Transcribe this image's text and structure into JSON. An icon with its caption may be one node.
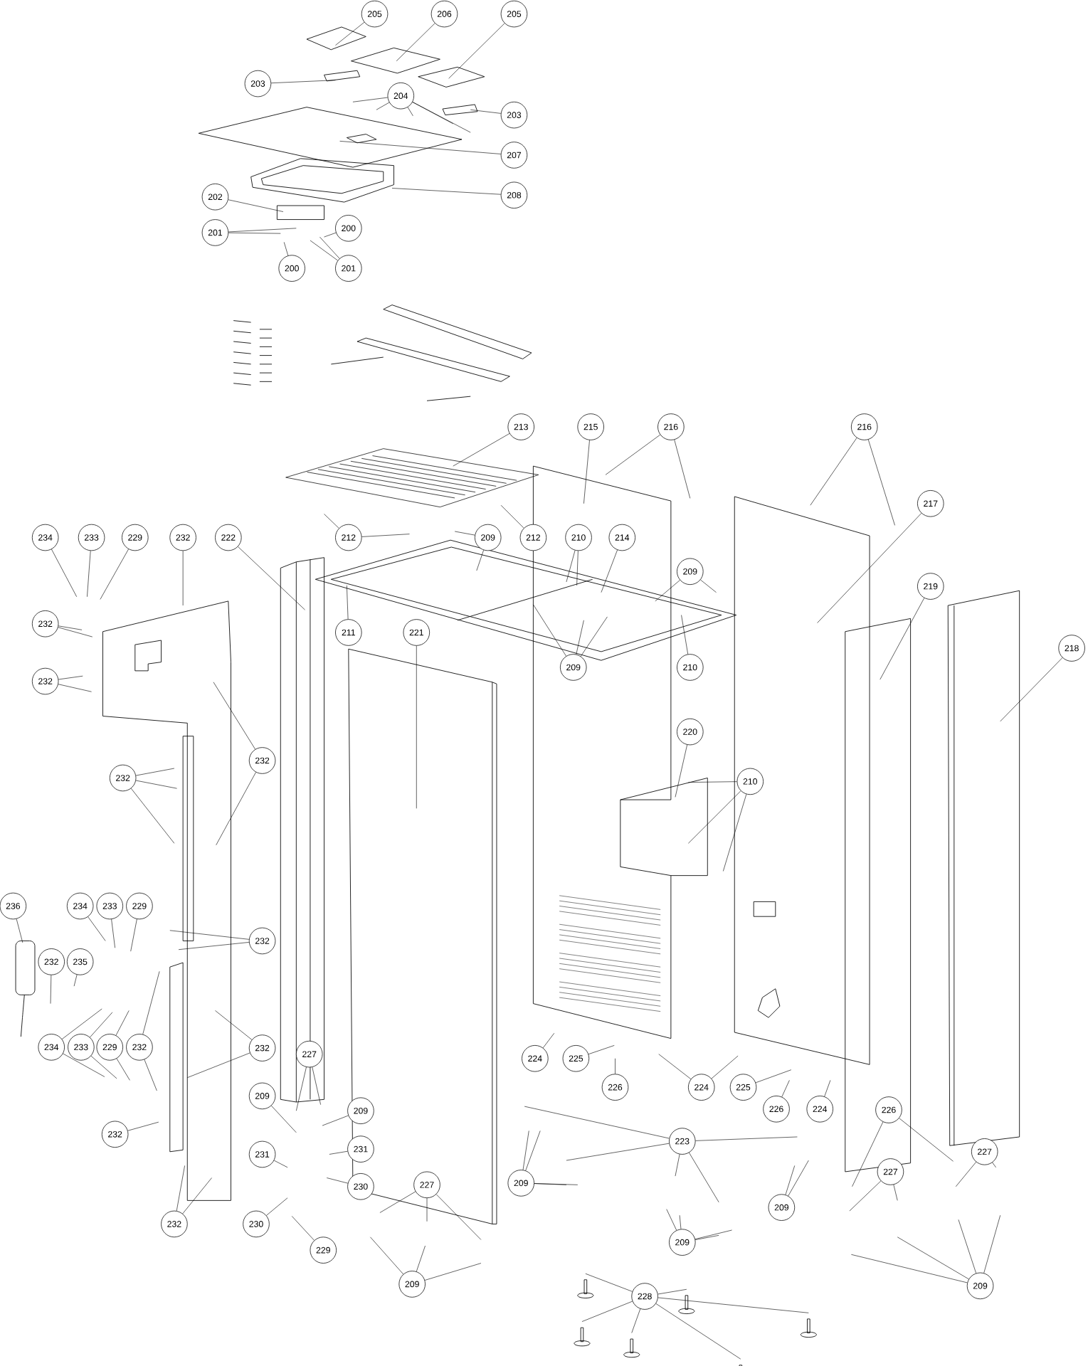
{
  "diagram": {
    "nodes": [
      {
        "text": [
          "205"
        ]
      },
      {
        "text": [
          "206"
        ]
      },
      {
        "text": [
          "205"
        ]
      },
      {
        "text": [
          "203"
        ]
      },
      {
        "text": [
          "204"
        ]
      },
      {
        "text": [
          "203"
        ]
      },
      {
        "text": [
          "207"
        ]
      },
      {
        "text": [
          "208"
        ]
      },
      {
        "text": [
          "202"
        ]
      },
      {
        "text": [
          "201"
        ]
      },
      {
        "text": [
          "200"
        ]
      },
      {
        "text": [
          "200"
        ]
      },
      {
        "text": [
          "201"
        ]
      },
      {
        "text": [
          "213"
        ]
      },
      {
        "text": [
          "215"
        ]
      },
      {
        "text": [
          "216"
        ]
      },
      {
        "text": [
          "216"
        ]
      },
      {
        "text": [
          "217"
        ]
      },
      {
        "text": [
          "212"
        ]
      },
      {
        "text": [
          "212"
        ]
      },
      {
        "text": [
          "209"
        ]
      },
      {
        "text": [
          "210"
        ]
      },
      {
        "text": [
          "214"
        ]
      },
      {
        "text": [
          "234"
        ]
      },
      {
        "text": [
          "233"
        ]
      },
      {
        "text": [
          "229"
        ]
      },
      {
        "text": [
          "232"
        ]
      },
      {
        "text": [
          "222"
        ]
      },
      {
        "text": [
          "211"
        ]
      },
      {
        "text": [
          "221"
        ]
      },
      {
        "text": [
          "209"
        ]
      },
      {
        "text": [
          "219"
        ]
      },
      {
        "text": [
          "218"
        ]
      },
      {
        "text": [
          "209"
        ]
      },
      {
        "text": [
          "210"
        ]
      },
      {
        "text": [
          "232"
        ]
      },
      {
        "text": [
          "232"
        ]
      },
      {
        "text": [
          "232"
        ]
      },
      {
        "text": [
          "220"
        ]
      },
      {
        "text": [
          "210"
        ]
      },
      {
        "text": [
          "232"
        ]
      },
      {
        "text": [
          "236"
        ]
      },
      {
        "text": [
          "234"
        ]
      },
      {
        "text": [
          "233"
        ]
      },
      {
        "text": [
          "229"
        ]
      },
      {
        "text": [
          "232"
        ]
      },
      {
        "text": [
          "232"
        ]
      },
      {
        "text": [
          "235"
        ]
      },
      {
        "text": [
          "234"
        ]
      },
      {
        "text": [
          "233"
        ]
      },
      {
        "text": [
          "229"
        ]
      },
      {
        "text": [
          "232"
        ]
      },
      {
        "text": [
          "232"
        ]
      },
      {
        "text": [
          "209"
        ]
      },
      {
        "text": [
          "227"
        ]
      },
      {
        "text": [
          "209"
        ]
      },
      {
        "text": [
          "232"
        ]
      },
      {
        "text": [
          "231"
        ]
      },
      {
        "text": [
          "231"
        ]
      },
      {
        "text": [
          "230"
        ]
      },
      {
        "text": [
          "230"
        ]
      },
      {
        "text": [
          "232"
        ]
      },
      {
        "text": [
          "229"
        ]
      },
      {
        "text": [
          "227"
        ]
      },
      {
        "text": [
          "209"
        ]
      },
      {
        "text": [
          "224"
        ]
      },
      {
        "text": [
          "225"
        ]
      },
      {
        "text": [
          "226"
        ]
      },
      {
        "text": [
          "224"
        ]
      },
      {
        "text": [
          "225"
        ]
      },
      {
        "text": [
          "226"
        ]
      },
      {
        "text": [
          "224"
        ]
      },
      {
        "text": [
          "223"
        ]
      },
      {
        "text": [
          "209"
        ]
      },
      {
        "text": [
          "226"
        ]
      },
      {
        "text": [
          "227"
        ]
      },
      {
        "text": [
          "227"
        ]
      },
      {
        "text": [
          "209"
        ]
      },
      {
        "text": [
          "209"
        ]
      },
      {
        "text": [
          "228"
        ]
      },
      {
        "text": [
          "209"
        ]
      }
    ],
    "edges": [
      {
        "from": 0,
        "to": null,
        "arrow": "none"
      },
      {
        "from": 1,
        "to": null,
        "arrow": "none"
      },
      {
        "from": 2,
        "to": null,
        "arrow": "none"
      },
      {
        "from": 3,
        "to": null,
        "arrow": "none"
      },
      {
        "from": 4,
        "to": null,
        "arrow": "none"
      },
      {
        "from": 4,
        "to": null,
        "arrow": "none"
      },
      {
        "from": 4,
        "to": null,
        "arrow": "none"
      },
      {
        "from": 4,
        "to": null,
        "arrow": "none"
      },
      {
        "from": 4,
        "to": null,
        "arrow": "none"
      },
      {
        "from": 5,
        "to": null,
        "arrow": "none"
      },
      {
        "from": 6,
        "to": null,
        "arrow": "none"
      },
      {
        "from": 7,
        "to": null,
        "arrow": "none"
      },
      {
        "from": 8,
        "to": null,
        "arrow": "none"
      },
      {
        "from": 9,
        "to": null,
        "arrow": "none"
      },
      {
        "from": 9,
        "to": null,
        "arrow": "none"
      },
      {
        "from": 10,
        "to": null,
        "arrow": "none"
      },
      {
        "from": 11,
        "to": null,
        "arrow": "none"
      },
      {
        "from": 12,
        "to": null,
        "arrow": "none"
      },
      {
        "from": 12,
        "to": null,
        "arrow": "none"
      },
      {
        "from": 13,
        "to": null,
        "arrow": "none"
      },
      {
        "from": 14,
        "to": null,
        "arrow": "none"
      },
      {
        "from": 15,
        "to": null,
        "arrow": "none"
      },
      {
        "from": 15,
        "to": null,
        "arrow": "none"
      },
      {
        "from": 16,
        "to": null,
        "arrow": "none"
      },
      {
        "from": 16,
        "to": null,
        "arrow": "none"
      },
      {
        "from": 17,
        "to": null,
        "arrow": "none"
      },
      {
        "from": 18,
        "to": null,
        "arrow": "none"
      },
      {
        "from": 18,
        "to": null,
        "arrow": "none"
      },
      {
        "from": 19,
        "to": null,
        "arrow": "none"
      },
      {
        "from": 20,
        "to": null,
        "arrow": "none"
      },
      {
        "from": 20,
        "to": null,
        "arrow": "none"
      },
      {
        "from": 21,
        "to": null,
        "arrow": "none"
      },
      {
        "from": 21,
        "to": null,
        "arrow": "none"
      },
      {
        "from": 22,
        "to": null,
        "arrow": "none"
      },
      {
        "from": 23,
        "to": null,
        "arrow": "none"
      },
      {
        "from": 24,
        "to": null,
        "arrow": "none"
      },
      {
        "from": 25,
        "to": null,
        "arrow": "none"
      },
      {
        "from": 26,
        "to": null,
        "arrow": "none"
      },
      {
        "from": 27,
        "to": null,
        "arrow": "none"
      },
      {
        "from": 28,
        "to": null,
        "arrow": "none"
      },
      {
        "from": 29,
        "to": null,
        "arrow": "none"
      },
      {
        "from": 30,
        "to": null,
        "arrow": "none"
      },
      {
        "from": 30,
        "to": null,
        "arrow": "none"
      },
      {
        "from": 31,
        "to": null,
        "arrow": "none"
      },
      {
        "from": 32,
        "to": null,
        "arrow": "none"
      },
      {
        "from": 33,
        "to": null,
        "arrow": "none"
      },
      {
        "from": 33,
        "to": null,
        "arrow": "none"
      },
      {
        "from": 33,
        "to": null,
        "arrow": "none"
      },
      {
        "from": 34,
        "to": null,
        "arrow": "none"
      },
      {
        "from": 35,
        "to": null,
        "arrow": "none"
      },
      {
        "from": 35,
        "to": null,
        "arrow": "none"
      },
      {
        "from": 36,
        "to": null,
        "arrow": "none"
      },
      {
        "from": 36,
        "to": null,
        "arrow": "none"
      },
      {
        "from": 37,
        "to": null,
        "arrow": "none"
      },
      {
        "from": 37,
        "to": null,
        "arrow": "none"
      },
      {
        "from": 38,
        "to": null,
        "arrow": "none"
      },
      {
        "from": 39,
        "to": null,
        "arrow": "none"
      },
      {
        "from": 39,
        "to": null,
        "arrow": "none"
      },
      {
        "from": 39,
        "to": null,
        "arrow": "none"
      },
      {
        "from": 40,
        "to": null,
        "arrow": "none"
      },
      {
        "from": 40,
        "to": null,
        "arrow": "none"
      },
      {
        "from": 40,
        "to": null,
        "arrow": "none"
      },
      {
        "from": 41,
        "to": null,
        "arrow": "none"
      },
      {
        "from": 42,
        "to": null,
        "arrow": "none"
      },
      {
        "from": 43,
        "to": null,
        "arrow": "none"
      },
      {
        "from": 44,
        "to": null,
        "arrow": "none"
      },
      {
        "from": 45,
        "to": null,
        "arrow": "none"
      },
      {
        "from": 45,
        "to": null,
        "arrow": "none"
      },
      {
        "from": 46,
        "to": null,
        "arrow": "none"
      },
      {
        "from": 47,
        "to": null,
        "arrow": "none"
      },
      {
        "from": 48,
        "to": null,
        "arrow": "none"
      },
      {
        "from": 48,
        "to": null,
        "arrow": "none"
      },
      {
        "from": 49,
        "to": null,
        "arrow": "none"
      },
      {
        "from": 49,
        "to": null,
        "arrow": "none"
      },
      {
        "from": 50,
        "to": null,
        "arrow": "none"
      },
      {
        "from": 50,
        "to": null,
        "arrow": "none"
      },
      {
        "from": 51,
        "to": null,
        "arrow": "none"
      },
      {
        "from": 51,
        "to": null,
        "arrow": "none"
      },
      {
        "from": 52,
        "to": null,
        "arrow": "none"
      },
      {
        "from": 52,
        "to": null,
        "arrow": "none"
      },
      {
        "from": 53,
        "to": null,
        "arrow": "none"
      },
      {
        "from": 54,
        "to": null,
        "arrow": "none"
      },
      {
        "from": 54,
        "to": null,
        "arrow": "none"
      },
      {
        "from": 55,
        "to": null,
        "arrow": "none"
      },
      {
        "from": 56,
        "to": null,
        "arrow": "none"
      },
      {
        "from": 57,
        "to": null,
        "arrow": "none"
      },
      {
        "from": 58,
        "to": null,
        "arrow": "none"
      },
      {
        "from": 59,
        "to": null,
        "arrow": "none"
      },
      {
        "from": 60,
        "to": null,
        "arrow": "none"
      },
      {
        "from": 61,
        "to": null,
        "arrow": "none"
      },
      {
        "from": 61,
        "to": null,
        "arrow": "none"
      },
      {
        "from": 62,
        "to": null,
        "arrow": "none"
      },
      {
        "from": 63,
        "to": null,
        "arrow": "none"
      },
      {
        "from": 63,
        "to": null,
        "arrow": "none"
      },
      {
        "from": 63,
        "to": null,
        "arrow": "none"
      },
      {
        "from": 64,
        "to": null,
        "arrow": "none"
      },
      {
        "from": 64,
        "to": null,
        "arrow": "none"
      },
      {
        "from": 64,
        "to": null,
        "arrow": "none"
      },
      {
        "from": 65,
        "to": null,
        "arrow": "none"
      },
      {
        "from": 66,
        "to": null,
        "arrow": "none"
      },
      {
        "from": 67,
        "to": null,
        "arrow": "none"
      },
      {
        "from": 68,
        "to": null,
        "arrow": "none"
      },
      {
        "from": 68,
        "to": null,
        "arrow": "none"
      },
      {
        "from": 69,
        "to": null,
        "arrow": "none"
      },
      {
        "from": 70,
        "to": null,
        "arrow": "none"
      },
      {
        "from": 71,
        "to": null,
        "arrow": "none"
      },
      {
        "from": 72,
        "to": null,
        "arrow": "none"
      },
      {
        "from": 72,
        "to": null,
        "arrow": "none"
      },
      {
        "from": 72,
        "to": null,
        "arrow": "none"
      },
      {
        "from": 72,
        "to": null,
        "arrow": "none"
      },
      {
        "from": 72,
        "to": null,
        "arrow": "none"
      },
      {
        "from": 73,
        "to": null,
        "arrow": "none"
      },
      {
        "from": 73,
        "to": null,
        "arrow": "none"
      },
      {
        "from": 73,
        "to": null,
        "arrow": "none"
      },
      {
        "from": 73,
        "to": null,
        "arrow": "none"
      },
      {
        "from": 74,
        "to": null,
        "arrow": "none"
      },
      {
        "from": 74,
        "to": null,
        "arrow": "none"
      },
      {
        "from": 75,
        "to": null,
        "arrow": "none"
      },
      {
        "from": 75,
        "to": null,
        "arrow": "none"
      },
      {
        "from": 76,
        "to": null,
        "arrow": "none"
      },
      {
        "from": 76,
        "to": null,
        "arrow": "none"
      },
      {
        "from": 77,
        "to": null,
        "arrow": "none"
      },
      {
        "from": 77,
        "to": null,
        "arrow": "none"
      },
      {
        "from": 78,
        "to": null,
        "arrow": "none"
      },
      {
        "from": 78,
        "to": null,
        "arrow": "none"
      },
      {
        "from": 78,
        "to": null,
        "arrow": "none"
      },
      {
        "from": 78,
        "to": null,
        "arrow": "none"
      },
      {
        "from": 79,
        "to": null,
        "arrow": "none"
      },
      {
        "from": 79,
        "to": null,
        "arrow": "none"
      },
      {
        "from": 79,
        "to": null,
        "arrow": "none"
      },
      {
        "from": 79,
        "to": null,
        "arrow": "none"
      },
      {
        "from": 79,
        "to": null,
        "arrow": "none"
      },
      {
        "from": 79,
        "to": null,
        "arrow": "none"
      },
      {
        "from": 80,
        "to": null,
        "arrow": "none"
      },
      {
        "from": 80,
        "to": null,
        "arrow": "none"
      },
      {
        "from": 80,
        "to": null,
        "arrow": "none"
      },
      {
        "from": 80,
        "to": null,
        "arrow": "none"
      }
    ]
  }
}
